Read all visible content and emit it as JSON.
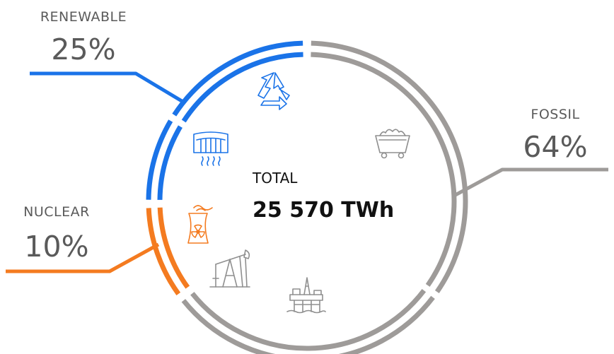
{
  "chart_data": {
    "type": "pie",
    "center_title": "TOTAL",
    "center_value": "25 570 TWh",
    "slices": [
      {
        "name": "RENEWABLE",
        "value": 25,
        "label": "25%",
        "color": "#1a73e8"
      },
      {
        "name": "FOSSIL",
        "value": 64,
        "label": "64%",
        "color": "#9e9b99"
      },
      {
        "name": "NUCLEAR",
        "value": 10,
        "label": "10%",
        "color": "#f47b20"
      }
    ],
    "icons": [
      {
        "name": "recycle-icon",
        "color": "#1a73e8"
      },
      {
        "name": "coal-cart-icon",
        "color": "#8f8f8f"
      },
      {
        "name": "hydro-dam-icon",
        "color": "#1a73e8"
      },
      {
        "name": "nuclear-plant-icon",
        "color": "#f47b20"
      },
      {
        "name": "oil-pump-jack-icon",
        "color": "#8f8f8f"
      },
      {
        "name": "oil-platform-icon",
        "color": "#8f8f8f"
      }
    ]
  }
}
